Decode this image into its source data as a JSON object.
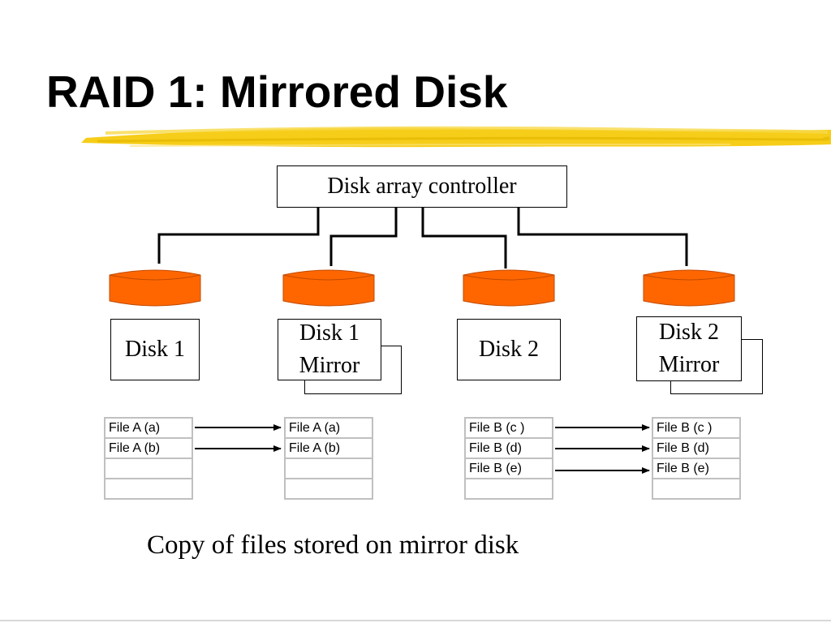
{
  "slide": {
    "title": "RAID 1: Mirrored Disk",
    "highlight_color": "#f5c800",
    "caption": "Copy of files stored on mirror disk"
  },
  "diagram": {
    "controller": "Disk array controller",
    "disk_color": "#ff6600",
    "disks": [
      {
        "line1": "Disk 1",
        "line2": ""
      },
      {
        "line1": "Disk 1",
        "line2": "Mirror"
      },
      {
        "line1": "Disk 2",
        "line2": ""
      },
      {
        "line1": "Disk 2",
        "line2": "Mirror"
      }
    ],
    "tables": [
      {
        "rows": [
          "File A (a)",
          "File A (b)",
          "",
          ""
        ]
      },
      {
        "rows": [
          "File A (a)",
          "File A (b)",
          "",
          ""
        ]
      },
      {
        "rows": [
          "File B (c )",
          "File B (d)",
          "File B (e)",
          ""
        ]
      },
      {
        "rows": [
          "File B (c )",
          "File B (d)",
          "File B (e)",
          ""
        ]
      }
    ]
  }
}
